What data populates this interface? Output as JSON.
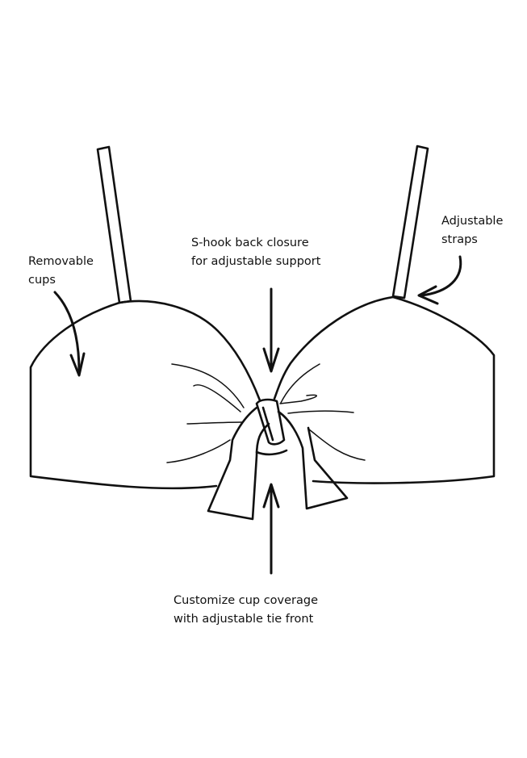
{
  "labels": {
    "removable_cups": [
      "Removable",
      "cups"
    ],
    "shook_closure": [
      "S-hook back closure",
      "for adjustable support"
    ],
    "adjustable_straps": [
      "Adjustable",
      "straps"
    ],
    "tie_front": [
      "Customize cup coverage",
      "with adjustable tie front"
    ]
  },
  "colors": {
    "line": "#111111",
    "background": "#ffffff"
  }
}
